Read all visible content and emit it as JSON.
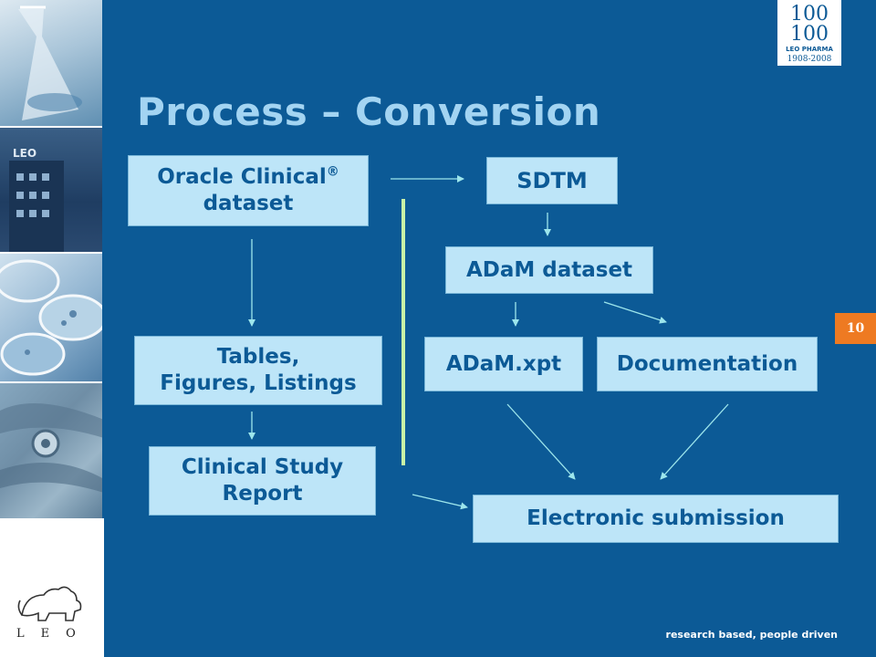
{
  "slide": {
    "title": "Process – Conversion",
    "page_number": "10",
    "footer_tagline": "research based, people driven"
  },
  "branding": {
    "anniversary_logo": {
      "top_text": "100",
      "bottom_text": "100",
      "company": "LEO PHARMA",
      "years": "1908-2008"
    },
    "leo_logo": {
      "letters": [
        "L",
        "E",
        "O"
      ]
    }
  },
  "boxes": {
    "oracle_clinical": {
      "line1": "Oracle Clinical",
      "registered_mark": "®",
      "line2": "dataset"
    },
    "sdtm": {
      "label": "SDTM"
    },
    "adam_dataset": {
      "label": "ADaM dataset"
    },
    "tables_figures_listings": {
      "line1": "Tables,",
      "line2": "Figures, Listings"
    },
    "adam_xpt": {
      "label": "ADaM.xpt"
    },
    "documentation": {
      "label": "Documentation"
    },
    "clinical_study_report": {
      "line1": "Clinical Study",
      "line2": "Report"
    },
    "electronic_submission": {
      "label": "Electronic submission"
    }
  },
  "colors": {
    "background": "#0c5a96",
    "box_fill": "#bde5f8",
    "box_text": "#0c5a96",
    "title": "#a3d4f2",
    "arrow": "#9de6ec",
    "divider": "#c9f3a8",
    "page_badge": "#ee7a22"
  },
  "icons": {
    "left_strip": [
      "flask-photo",
      "building-photo",
      "petri-dish-photo",
      "cell-micrograph-photo"
    ],
    "leo_logo": "lion-icon"
  }
}
